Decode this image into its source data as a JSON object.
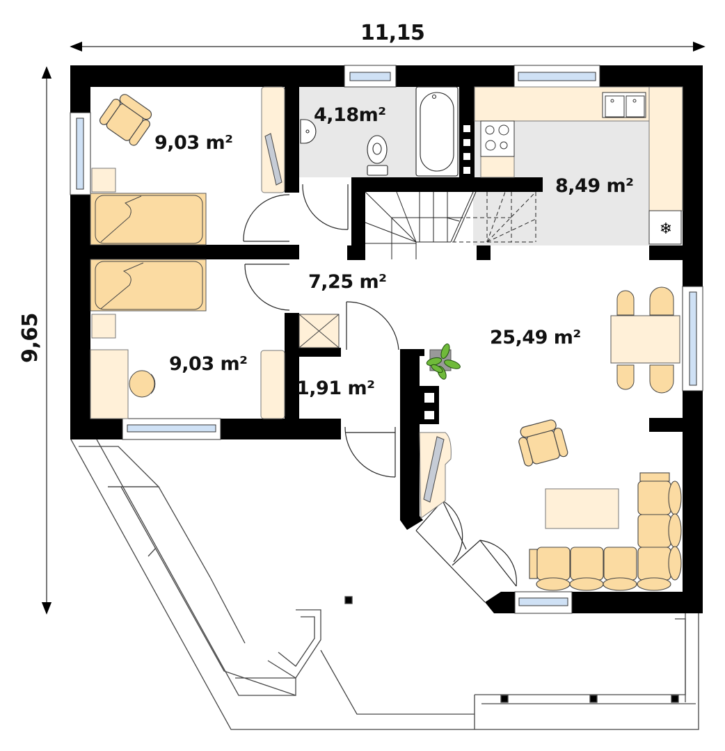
{
  "plan": {
    "type": "floor-plan",
    "dimensions": {
      "width_label": "11,15",
      "height_label": "9,65"
    },
    "rooms": [
      {
        "id": "bedroom-1",
        "area": "9,03 m²"
      },
      {
        "id": "bathroom",
        "area": "4,18m²"
      },
      {
        "id": "kitchen",
        "area": "8,49 m²"
      },
      {
        "id": "hall",
        "area": "7,25 m²"
      },
      {
        "id": "bedroom-2",
        "area": "9,03 m²"
      },
      {
        "id": "vestibule",
        "area": "1,91 m²"
      },
      {
        "id": "living-room",
        "area": "25,49 m²"
      }
    ],
    "colors": {
      "wall": "#000000",
      "furniture": "#fbdba2",
      "furniture_light": "#fff0d8",
      "wet_floor": "#e8e8e8",
      "window_glass": "#cfe1f5",
      "plant": "#5aa02c"
    }
  }
}
